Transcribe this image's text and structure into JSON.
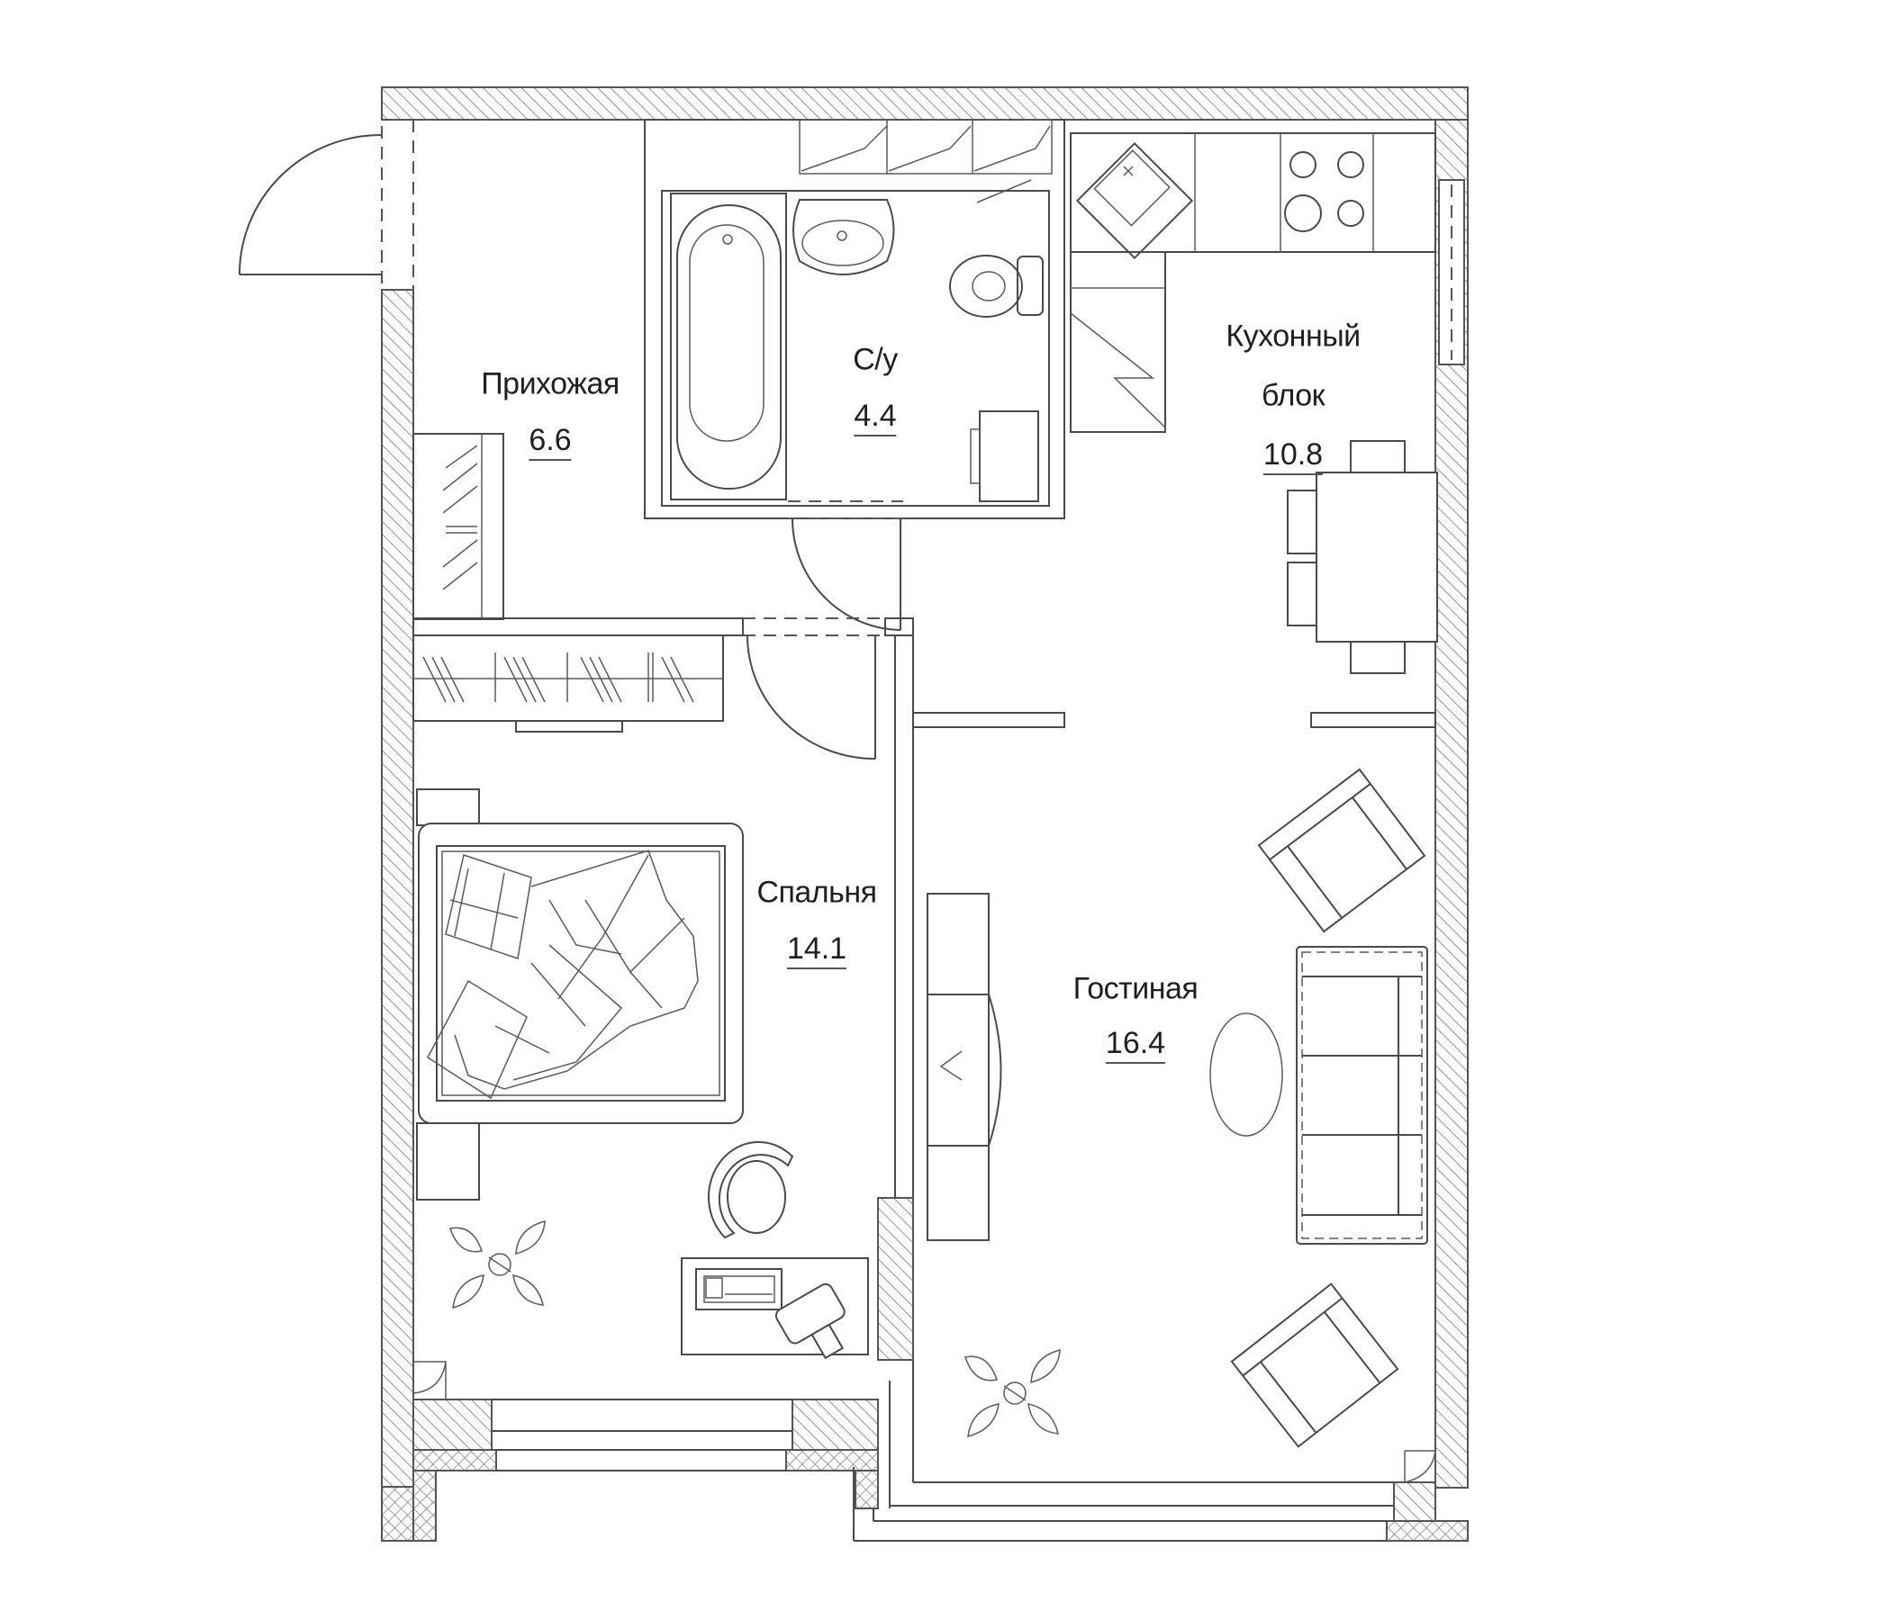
{
  "plan": {
    "title": "Apartment floor plan",
    "colors": {
      "line": "#4a4a4a",
      "background": "#ffffff",
      "text": "#1f1f1f"
    }
  },
  "rooms": [
    {
      "id": "hallway",
      "name": "Прихожая",
      "name_line2": "",
      "area": "6.6"
    },
    {
      "id": "bathroom",
      "name": "С/у",
      "name_line2": "",
      "area": "4.4"
    },
    {
      "id": "kitchen",
      "name": "Кухонный",
      "name_line2": "блок",
      "area": "10.8"
    },
    {
      "id": "bedroom",
      "name": "Спальня",
      "name_line2": "",
      "area": "14.1"
    },
    {
      "id": "living",
      "name": "Гостиная",
      "name_line2": "",
      "area": "16.4"
    }
  ],
  "fixtures": [
    "entrance-door",
    "bathtub",
    "washbasin",
    "toilet",
    "washing-machine",
    "kitchen-sink",
    "cooktop",
    "dining-table",
    "dining-chair",
    "wardrobe",
    "hall-shelf",
    "double-bed",
    "nightstand",
    "desk",
    "desk-chair",
    "vanity-chair",
    "plant",
    "tv-unit",
    "sofa",
    "armchair",
    "rug",
    "window",
    "balcony"
  ]
}
